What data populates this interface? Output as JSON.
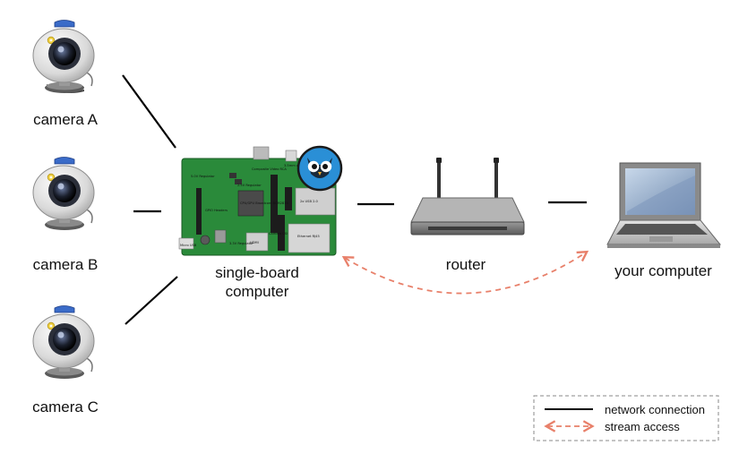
{
  "nodes": {
    "camera_a": "camera A",
    "camera_b": "camera B",
    "camera_c": "camera C",
    "board_line1": "single-board",
    "board_line2": "computer",
    "router": "router",
    "your_computer": "your computer"
  },
  "board_labels": {
    "power": "5.0V Regulator",
    "composite": "Composite Video RCA",
    "audio": "3.5mm audio socket",
    "reg_small": "2.5V Regulator",
    "cpu": "CPU/GPU Broadcom BCM2835",
    "usb": "2x USB 2.0",
    "gpio": "GPIO Headers",
    "camera_csi": "Camera CSI",
    "micro_usb": "Micro USB",
    "reg_33": "3.3V Regulator",
    "hdmi": "HDMI",
    "ethernet": "Ethernet RJ45"
  },
  "legend": {
    "network_connection": "network connection",
    "stream_access": "stream access"
  },
  "colors": {
    "network_line": "#000000",
    "stream_arrow": "#e8806a",
    "board_green": "#2a8a3a",
    "camera_body": "#d4d4d4",
    "camera_top": "#3a6bc8",
    "owl_blue": "#2a8fd6",
    "legend_border": "#888888"
  },
  "icons": {
    "camera": "webcam-icon",
    "board": "single-board-computer-icon",
    "logo": "owl-logo",
    "router": "router-icon",
    "laptop": "laptop-icon"
  }
}
